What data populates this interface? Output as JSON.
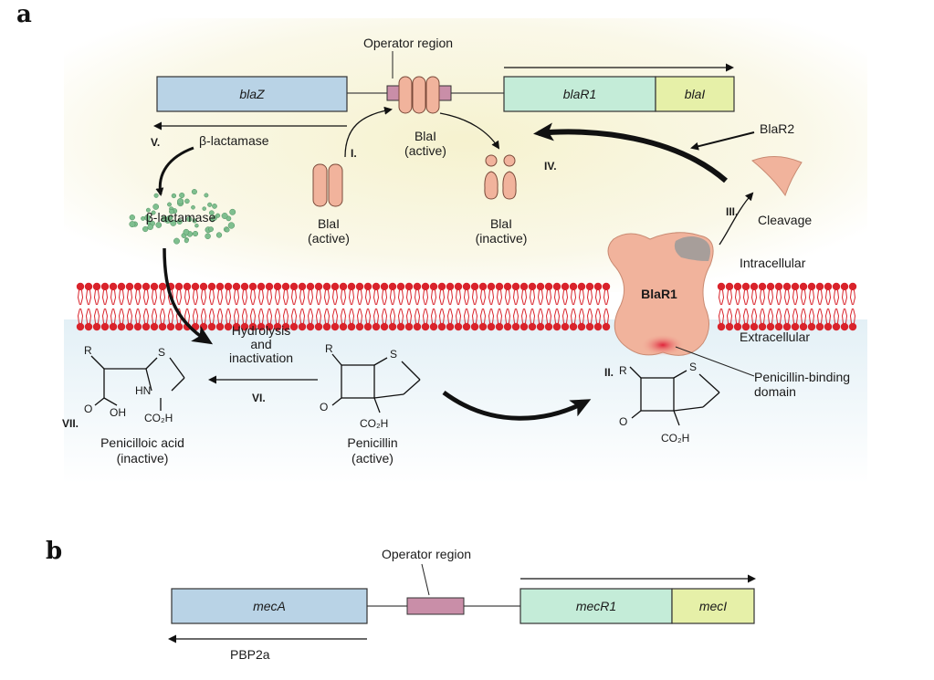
{
  "panel_a": {
    "letter": "a",
    "operator_label": "Operator region",
    "genes": {
      "blaZ": "blaZ",
      "blaR1": "blaR1",
      "blaI": "blaI"
    },
    "blaI_active_top": {
      "name": "BlaI",
      "state": "(active)"
    },
    "blaI_active_left": {
      "name": "BlaI",
      "state": "(active)"
    },
    "blaI_inactive": {
      "name": "BlaI",
      "state": "(inactive)"
    },
    "beta_lactamase_arrow": "β-lactamase",
    "beta_lactamase_cloud": "β-lactamase",
    "blaR2": "BlaR2",
    "cleavage": "Cleavage",
    "intracellular": "Intracellular",
    "extracellular": "Extracellular",
    "blaR1_protein": "BlaR1",
    "pbd_line1": "Penicillin-binding",
    "pbd_line2": "domain",
    "hydrolysis": [
      "Hydrolysis",
      "and",
      "inactivation"
    ],
    "steps": {
      "I": "I.",
      "II": "II.",
      "III": "III.",
      "IV": "IV.",
      "V": "V.",
      "VI": "VI.",
      "VII": "VII."
    },
    "penicillin": {
      "name": "Penicillin",
      "state": "(active)"
    },
    "penicilloic": {
      "name": "Penicilloic acid",
      "state": "(inactive)"
    },
    "chem": {
      "R": "R",
      "S": "S",
      "O": "O",
      "OH": "OH",
      "HN": "HN",
      "CO2H": "CO₂H"
    }
  },
  "panel_b": {
    "letter": "b",
    "operator_label": "Operator region",
    "genes": {
      "mecA": "mecA",
      "mecR1": "mecR1",
      "mecI": "mecI"
    },
    "pbp2a": "PBP2a"
  },
  "colors": {
    "gene_blue": "#b9d3e6",
    "gene_green": "#c4ecd8",
    "gene_yellow": "#e6f0a8",
    "operator": "#c98ea8",
    "protein": "#f1b39c",
    "membrane": "#d9232b"
  }
}
